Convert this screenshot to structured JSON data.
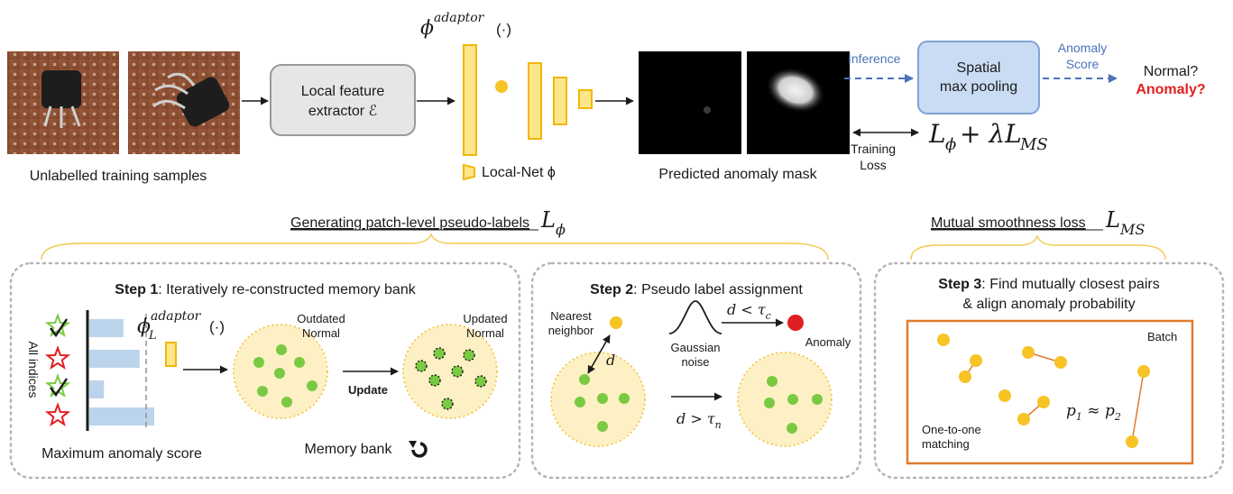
{
  "top": {
    "samples_caption": "Unlabelled training samples",
    "extractor_line1": "Local feature",
    "extractor_line2": "extractor ℰ",
    "adaptor_symbol": "ϕ",
    "adaptor_superscript": "adaptor",
    "adaptor_arg": "(·)",
    "localnet_label": "Local-Net ϕ",
    "mask_caption": "Predicted anomaly mask",
    "inference_label": "Inference",
    "pooling_line1": "Spatial",
    "pooling_line2": "max pooling",
    "score_line1": "Anomaly",
    "score_line2": "Score",
    "normal_q": "Normal?",
    "anomaly_q": "Anomaly?",
    "training_line1": "Training",
    "training_line2": "Loss",
    "loss_L": "L",
    "loss_phi": "ϕ",
    "loss_plus": " + λL",
    "loss_ms": "MS"
  },
  "sections": {
    "pseudo_title": "Generating patch-level pseudo-labels",
    "pseudo_symbol_L": "L",
    "pseudo_symbol_sub": "ϕ",
    "ms_title": "Mutual smoothness loss",
    "ms_symbol_L": "L",
    "ms_symbol_sub": "MS"
  },
  "step1": {
    "title_bold": "Step 1",
    "title_rest": ": Iteratively re-constructed memory bank",
    "indices_label": "All indices",
    "phi_symbol": "ϕ",
    "phi_sub": "L",
    "phi_sup": "adaptor",
    "phi_arg": "(·)",
    "outdated_line1": "Outdated",
    "outdated_line2": "Normal",
    "updated_line1": "Updated",
    "updated_line2": "Normal",
    "update_label": "Update",
    "score_caption": "Maximum anomaly score",
    "bank_caption": "Memory bank",
    "bar_values": [
      0.42,
      0.62,
      0.18,
      0.8
    ],
    "threshold": 0.7
  },
  "step2": {
    "title_bold": "Step 2",
    "title_rest": ": Pseudo label assignment",
    "nearest_line1": "Nearest",
    "nearest_line2": "neighbor",
    "d_label": "d",
    "gauss_line1": "Gaussian",
    "gauss_line2": "noise",
    "cond_c": "d < τ",
    "cond_c_sub": "c",
    "cond_n": "d > τ",
    "cond_n_sub": "n",
    "anomaly_label": "Anomaly"
  },
  "step3": {
    "title_bold": "Step 3",
    "title_rest": ": Find mutually closest pairs",
    "title_line2": "& align anomaly probability",
    "batch_label": "Batch",
    "p_eq": "p",
    "p_sub1": "1",
    "p_approx": " ≈ p",
    "p_sub2": "2",
    "matching_line1": "One-to-one",
    "matching_line2": "matching"
  },
  "colors": {
    "yellow": "#f7c325",
    "yellow_fill": "#fde68a",
    "green": "#7ac943",
    "bank_fill": "#fdf0c4",
    "blue_dash": "#4a72b8",
    "blue_box": "#c9dcf4",
    "red": "#e02020",
    "orange": "#e07b30",
    "bar": "#bcd3ec",
    "gray_box": "#e6e6e6"
  }
}
